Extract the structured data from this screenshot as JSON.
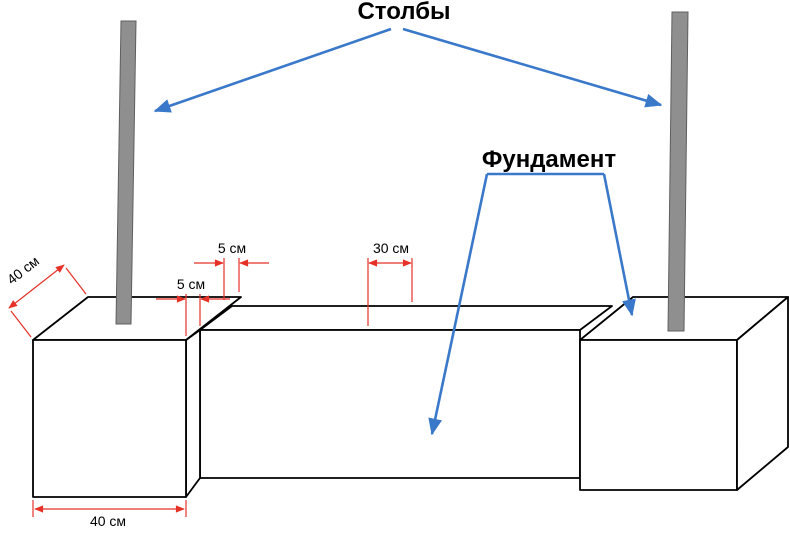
{
  "labels": {
    "posts": "Столбы",
    "foundation": "Фундамент"
  },
  "dimensions": {
    "block_depth": "40 см",
    "front_step": "5 см",
    "top_step": "5 см",
    "beam_width": "30 см",
    "block_width": "40 см"
  },
  "colors": {
    "background": "#ffffff",
    "outline": "#000000",
    "dimension": "#e53127",
    "arrow": "#3a78c9",
    "post_fill": "#8f8f8f",
    "post_stroke": "#5f5f5f"
  }
}
